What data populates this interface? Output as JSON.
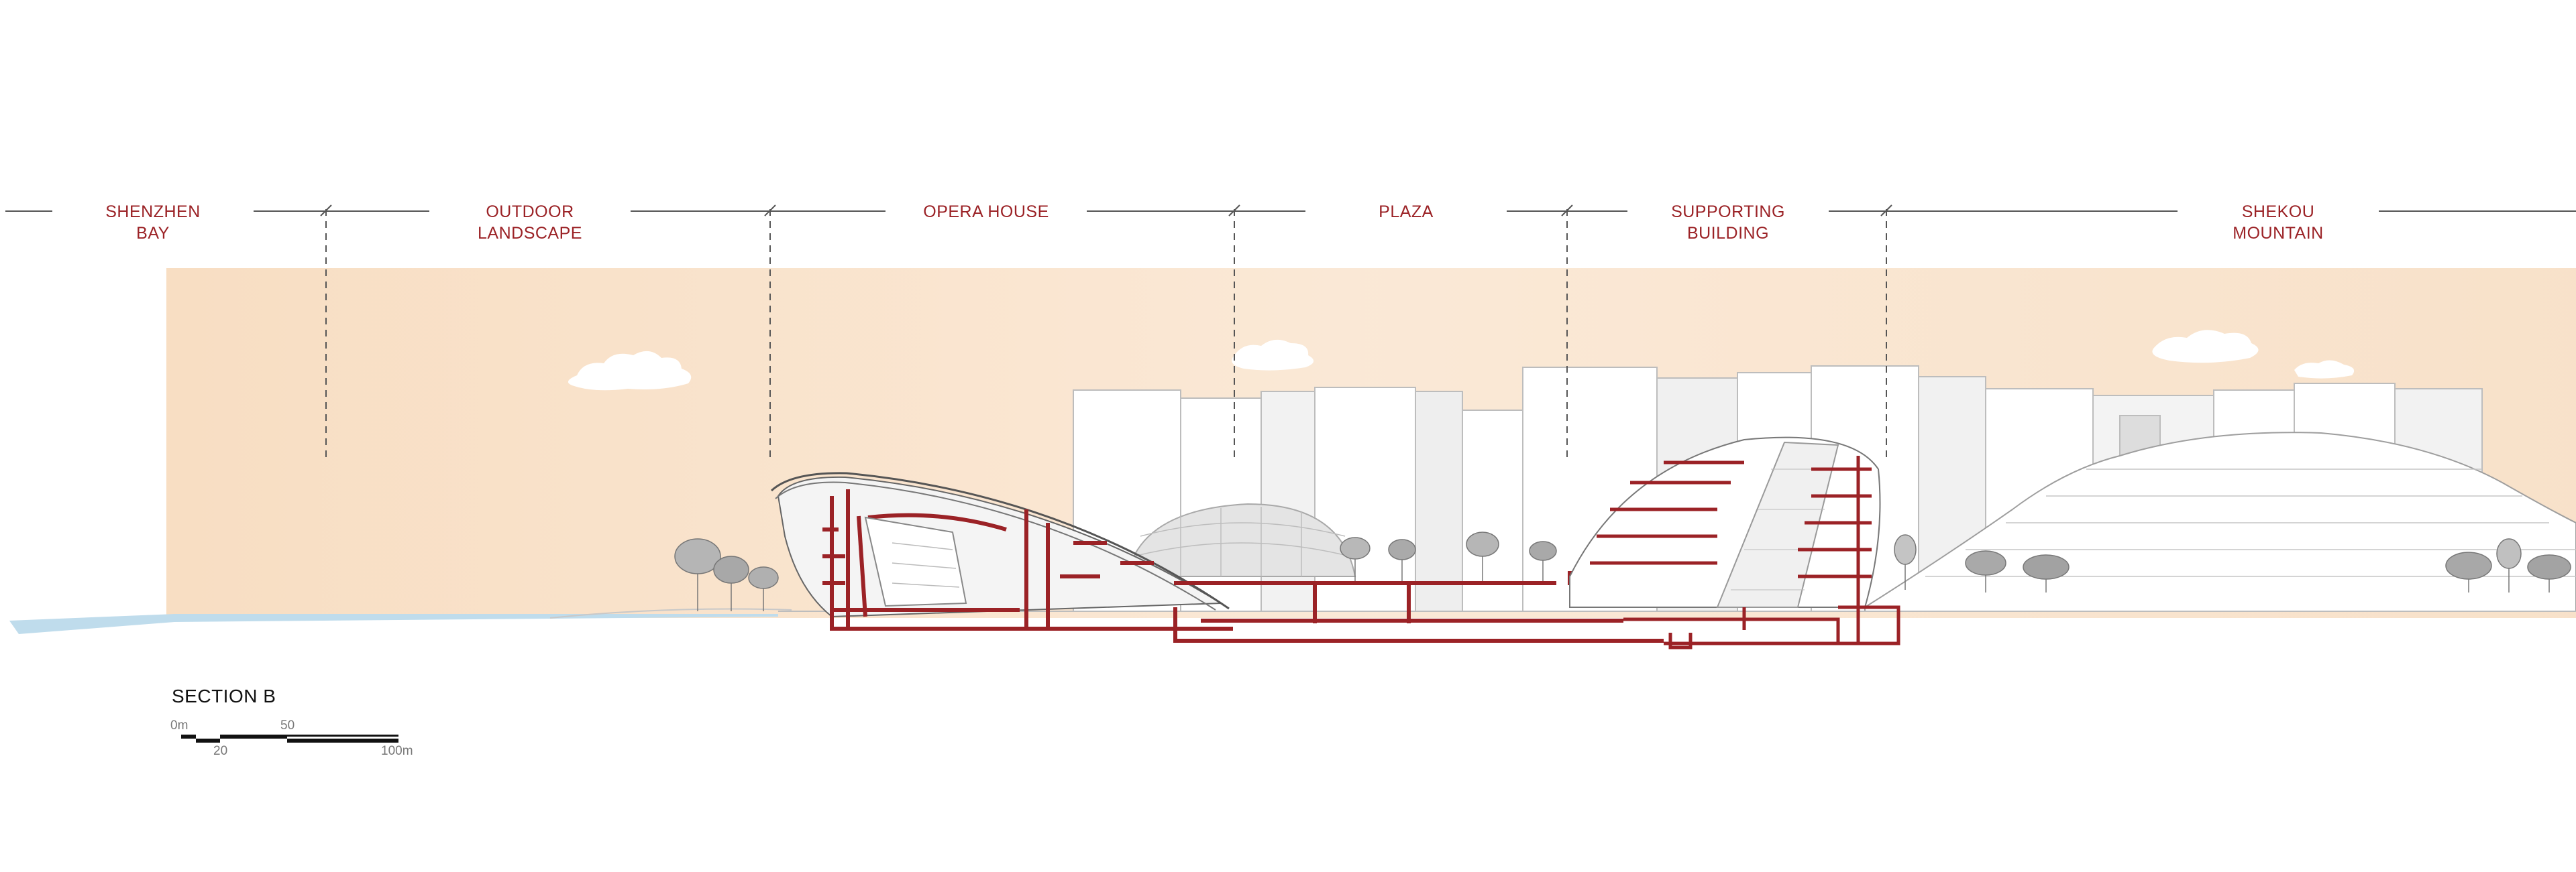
{
  "colors": {
    "accent": "#9b2226",
    "sky": "#f6dcc1",
    "water": "#bfdcec",
    "building_line": "#b9b9b9",
    "ground": "#c8c8c8"
  },
  "zones": [
    {
      "label": "SHENZHEN\nBAY"
    },
    {
      "label": "OUTDOOR\nLANDSCAPE"
    },
    {
      "label": "OPERA HOUSE"
    },
    {
      "label": "PLAZA"
    },
    {
      "label": "SUPPORTING\nBUILDING"
    },
    {
      "label": "SHEKOU\nMOUNTAIN"
    }
  ],
  "section_title": "SECTION B",
  "scale_bar": {
    "top_labels": [
      "0m",
      "50"
    ],
    "bottom_labels": [
      "20",
      "100m"
    ]
  }
}
